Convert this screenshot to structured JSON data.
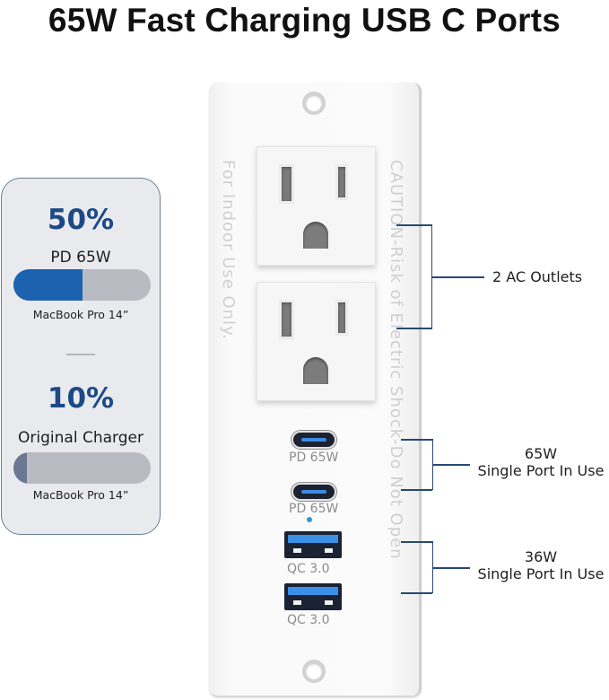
{
  "title": "65W Fast Charging USB C Ports",
  "comparison": {
    "pd": {
      "percent": "50%",
      "label": "PD 65W",
      "device": "MacBook Pro 14”",
      "fill_percent": 50,
      "fill_color": "#1c62b0"
    },
    "original": {
      "percent": "10%",
      "label": "Original Charger",
      "device": "MacBook Pro 14”",
      "fill_percent": 10,
      "fill_color": "#6c7893"
    }
  },
  "faceplate": {
    "left_text": "For  Indoor  Use  Only.",
    "right_text": "CAUTION-Risk  of  Electric  Shock-Do  Not  Open",
    "ports": [
      {
        "type": "usb-c",
        "label": "PD 65W"
      },
      {
        "type": "usb-c",
        "label": "PD 65W"
      },
      {
        "type": "usb-a",
        "label": "QC   3.0"
      },
      {
        "type": "usb-a",
        "label": "QC   3.0"
      }
    ]
  },
  "callouts": {
    "ac": "2 AC Outlets",
    "usbc_watt": "65W",
    "usbc_desc": "Single Port In Use",
    "usba_watt": "36W",
    "usba_desc": "Single Port In Use"
  }
}
